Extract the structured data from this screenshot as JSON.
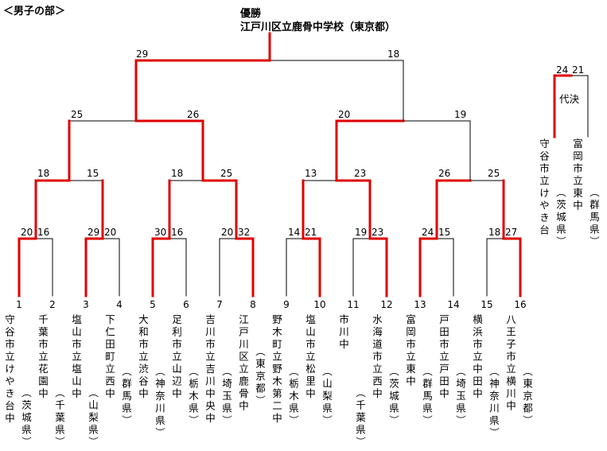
{
  "header": {
    "section": "＜男子の部＞",
    "champion_label": "優勝",
    "champion_name": "江戸川区立鹿骨中学校（東京都）"
  },
  "bracket": {
    "final": {
      "left": "29",
      "right": "18"
    },
    "semis": [
      {
        "left": "25",
        "right": "26"
      },
      {
        "left": "20",
        "right": "19"
      }
    ],
    "quarters": [
      {
        "left": "18",
        "right": "15"
      },
      {
        "left": "18",
        "right": "25"
      },
      {
        "left": "13",
        "right": "23"
      },
      {
        "left": "26",
        "right": "25"
      }
    ],
    "first_round": [
      {
        "left": "20",
        "right": "16"
      },
      {
        "left": "29",
        "right": "20"
      },
      {
        "left": "30",
        "right": "16"
      },
      {
        "left": "20",
        "right": "32"
      },
      {
        "left": "14",
        "right": "21"
      },
      {
        "left": "19",
        "right": "23"
      },
      {
        "left": "24",
        "right": "15"
      },
      {
        "left": "18",
        "right": "27"
      }
    ]
  },
  "teams": [
    {
      "no": "1",
      "school": "守谷市立けやき台中",
      "pref": "（茨城県）"
    },
    {
      "no": "2",
      "school": "千葉市立花園中",
      "pref": "（千葉県）"
    },
    {
      "no": "3",
      "school": "塩山市立塩山中",
      "pref": "（山梨県）"
    },
    {
      "no": "4",
      "school": "下仁田町立西中",
      "pref": "（群馬県）"
    },
    {
      "no": "5",
      "school": "大和市立渋谷中",
      "pref": "（神奈川県）"
    },
    {
      "no": "6",
      "school": "足利市立山辺中",
      "pref": "（栃木県）"
    },
    {
      "no": "7",
      "school": "吉川市立吉川中央中",
      "pref": "（埼玉県）"
    },
    {
      "no": "8",
      "school": "江戸川区立鹿骨中",
      "pref": "（東京都）"
    },
    {
      "no": "9",
      "school": "野木町立野木第二中",
      "pref": "（栃木県）"
    },
    {
      "no": "10",
      "school": "塩山市立松里中",
      "pref": "（山梨県）"
    },
    {
      "no": "11",
      "school": "市川中",
      "pref": ""
    },
    {
      "no": "12",
      "school": "水海道市立西中",
      "pref": "（茨城県）",
      "pref2": "（千葉県）"
    },
    {
      "no": "13",
      "school": "富岡市立東中",
      "pref": "（群馬県）"
    },
    {
      "no": "14",
      "school": "戸田市立戸田中",
      "pref": "（埼玉県）"
    },
    {
      "no": "15",
      "school": "横浜市立中田中",
      "pref": "（神奈川県）"
    },
    {
      "no": "16",
      "school": "八王子市立横川中",
      "pref": "（東京都）"
    }
  ],
  "playoff": {
    "label": "代決",
    "left_score": "24",
    "right_score": "21",
    "left_school": "守谷市立けやき台",
    "left_pref": "（茨城県）",
    "right_school": "富岡市立東中",
    "right_pref": "（群馬県）"
  },
  "colors": {
    "win": "#e00000",
    "line": "#000000"
  }
}
